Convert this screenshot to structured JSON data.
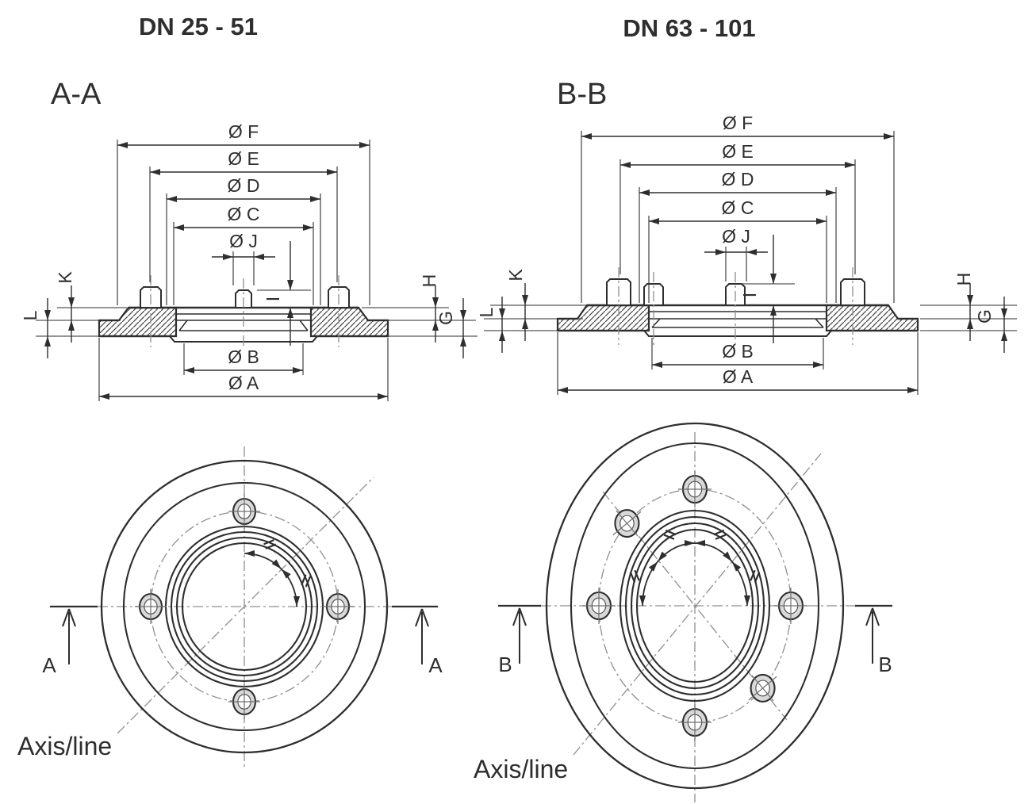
{
  "colors": {
    "line": "#2e2e2e",
    "centerline": "#8f8f8f",
    "hatch": "#4a4a4a",
    "hole_fill": "#d9d9d9",
    "background": "#ffffff"
  },
  "left": {
    "title": "DN 25 - 51",
    "section_label": "A-A",
    "cut_letter": "A",
    "axis_label": "Axis/line",
    "dims": {
      "f": "Ø F",
      "e": "Ø E",
      "d": "Ø D",
      "c": "Ø C",
      "j": "Ø J",
      "b": "Ø B",
      "a": "Ø A",
      "k": "K",
      "l": "L",
      "h": "H",
      "g": "G",
      "i": "I"
    }
  },
  "right": {
    "title": "DN 63 - 101",
    "section_label": "B-B",
    "cut_letter": "B",
    "axis_label": "Axis/line",
    "dims": {
      "f": "Ø F",
      "e": "Ø E",
      "d": "Ø D",
      "c": "Ø C",
      "j": "Ø J",
      "b": "Ø B",
      "a": "Ø A",
      "k": "K",
      "l": "L",
      "h": "H",
      "g": "G",
      "i": "I"
    }
  }
}
